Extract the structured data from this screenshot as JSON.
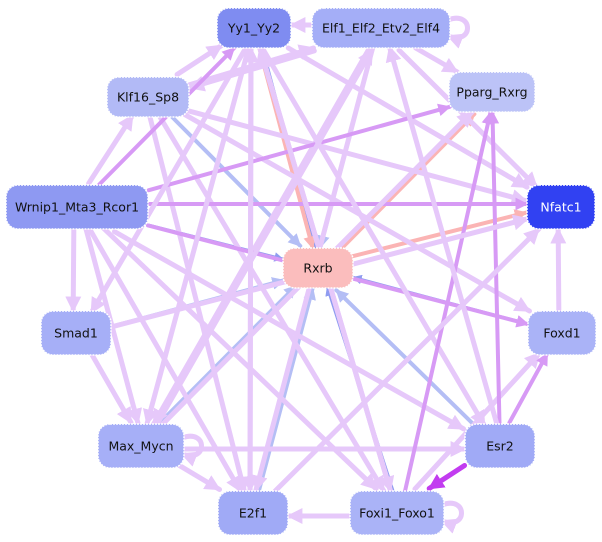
{
  "diagram": {
    "type": "regulatory-network",
    "edge_colors": {
      "light_violet": "#e6c8fa",
      "violet": "#d79af5",
      "strong_violet": "#c23cf0",
      "blue": "#b4bef5",
      "mid_blue": "#8f9cf0",
      "salmon": "#fbb4b4"
    },
    "nodes": [
      {
        "id": "Yy1_Yy2",
        "label": "Yy1_Yy2",
        "color": "#7f8cf1",
        "text": "dark"
      },
      {
        "id": "Elf1_Elf2_Etv2_Elf4",
        "label": "Elf1_Elf2_Etv2_Elf4",
        "color": "#a4aef7",
        "text": "dark"
      },
      {
        "id": "Klf16_Sp8",
        "label": "Klf16_Sp8",
        "color": "#b2baf6",
        "text": "dark"
      },
      {
        "id": "Pparg_Rxrg",
        "label": "Pparg_Rxrg",
        "color": "#bcc3f7",
        "text": "dark"
      },
      {
        "id": "Wrnip1_Mta3_Rcor1",
        "label": "Wrnip1_Mta3_Rcor1",
        "color": "#8e99f2",
        "text": "dark"
      },
      {
        "id": "Nfatc1",
        "label": "Nfatc1",
        "color": "#3141f2",
        "text": "light"
      },
      {
        "id": "Rxrb",
        "label": "Rxrb",
        "color": "#fbbdbd",
        "text": "dark"
      },
      {
        "id": "Smad1",
        "label": "Smad1",
        "color": "#a6aff7",
        "text": "dark"
      },
      {
        "id": "Foxd1",
        "label": "Foxd1",
        "color": "#aab3f7",
        "text": "dark"
      },
      {
        "id": "Max_Mycn",
        "label": "Max_Mycn",
        "color": "#a6aff7",
        "text": "dark"
      },
      {
        "id": "Esr2",
        "label": "Esr2",
        "color": "#a0aaf6",
        "text": "dark"
      },
      {
        "id": "E2f1",
        "label": "E2f1",
        "color": "#a0aaf6",
        "text": "dark"
      },
      {
        "id": "Foxi1_Foxo1",
        "label": "Foxi1_Foxo1",
        "color": "#aab3f7",
        "text": "dark"
      }
    ],
    "edges": [
      {
        "from": "Yy1_Yy2",
        "to": "Rxrb",
        "color": "mid_blue"
      },
      {
        "from": "Yy1_Yy2",
        "to": "Rxrb",
        "color": "salmon"
      },
      {
        "from": "Elf1_Elf2_Etv2_Elf4",
        "to": "Rxrb",
        "color": "blue"
      },
      {
        "from": "Klf16_Sp8",
        "to": "Rxrb",
        "color": "blue"
      },
      {
        "from": "Wrnip1_Mta3_Rcor1",
        "to": "Rxrb",
        "color": "mid_blue"
      },
      {
        "from": "Smad1",
        "to": "Rxrb",
        "color": "blue"
      },
      {
        "from": "Max_Mycn",
        "to": "Rxrb",
        "color": "blue"
      },
      {
        "from": "E2f1",
        "to": "Rxrb",
        "color": "blue"
      },
      {
        "from": "Foxi1_Foxo1",
        "to": "Rxrb",
        "color": "mid_blue"
      },
      {
        "from": "Esr2",
        "to": "Rxrb",
        "color": "blue"
      },
      {
        "from": "Foxd1",
        "to": "Rxrb",
        "color": "mid_blue"
      },
      {
        "from": "Rxrb",
        "to": "Pparg_Rxrg",
        "color": "salmon"
      },
      {
        "from": "Rxrb",
        "to": "Nfatc1",
        "color": "salmon"
      },
      {
        "from": "Yy1_Yy2",
        "to": "Nfatc1",
        "color": "light_violet"
      },
      {
        "from": "Elf1_Elf2_Etv2_Elf4",
        "to": "Yy1_Yy2",
        "color": "light_violet"
      },
      {
        "from": "Elf1_Elf2_Etv2_Elf4",
        "to": "Elf1_Elf2_Etv2_Elf4",
        "color": "light_violet"
      },
      {
        "from": "Elf1_Elf2_Etv2_Elf4",
        "to": "Pparg_Rxrg",
        "color": "light_violet"
      },
      {
        "from": "Elf1_Elf2_Etv2_Elf4",
        "to": "Nfatc1",
        "color": "light_violet"
      },
      {
        "from": "Elf1_Elf2_Etv2_Elf4",
        "to": "Klf16_Sp8",
        "color": "light_violet"
      },
      {
        "from": "Elf1_Elf2_Etv2_Elf4",
        "to": "Max_Mycn",
        "color": "light_violet"
      },
      {
        "from": "Elf1_Elf2_Etv2_Elf4",
        "to": "E2f1",
        "color": "light_violet"
      },
      {
        "from": "Klf16_Sp8",
        "to": "Yy1_Yy2",
        "color": "light_violet"
      },
      {
        "from": "Klf16_Sp8",
        "to": "Elf1_Elf2_Etv2_Elf4",
        "color": "light_violet"
      },
      {
        "from": "Klf16_Sp8",
        "to": "Nfatc1",
        "color": "light_violet"
      },
      {
        "from": "Klf16_Sp8",
        "to": "Foxd1",
        "color": "light_violet"
      },
      {
        "from": "Klf16_Sp8",
        "to": "Foxi1_Foxo1",
        "color": "light_violet"
      },
      {
        "from": "Klf16_Sp8",
        "to": "E2f1",
        "color": "light_violet"
      },
      {
        "from": "Wrnip1_Mta3_Rcor1",
        "to": "Klf16_Sp8",
        "color": "light_violet"
      },
      {
        "from": "Wrnip1_Mta3_Rcor1",
        "to": "Yy1_Yy2",
        "color": "violet"
      },
      {
        "from": "Wrnip1_Mta3_Rcor1",
        "to": "Pparg_Rxrg",
        "color": "violet"
      },
      {
        "from": "Wrnip1_Mta3_Rcor1",
        "to": "Nfatc1",
        "color": "violet"
      },
      {
        "from": "Wrnip1_Mta3_Rcor1",
        "to": "Foxd1",
        "color": "violet"
      },
      {
        "from": "Wrnip1_Mta3_Rcor1",
        "to": "Smad1",
        "color": "light_violet"
      },
      {
        "from": "Wrnip1_Mta3_Rcor1",
        "to": "Max_Mycn",
        "color": "light_violet"
      },
      {
        "from": "Wrnip1_Mta3_Rcor1",
        "to": "E2f1",
        "color": "light_violet"
      },
      {
        "from": "Wrnip1_Mta3_Rcor1",
        "to": "Esr2",
        "color": "light_violet"
      },
      {
        "from": "Wrnip1_Mta3_Rcor1",
        "to": "Foxi1_Foxo1",
        "color": "light_violet"
      },
      {
        "from": "Yy1_Yy2",
        "to": "Max_Mycn",
        "color": "light_violet"
      },
      {
        "from": "Yy1_Yy2",
        "to": "E2f1",
        "color": "light_violet"
      },
      {
        "from": "Yy1_Yy2",
        "to": "Smad1",
        "color": "light_violet"
      },
      {
        "from": "Yy1_Yy2",
        "to": "Foxi1_Foxo1",
        "color": "light_violet"
      },
      {
        "from": "Yy1_Yy2",
        "to": "Esr2",
        "color": "light_violet"
      },
      {
        "from": "Smad1",
        "to": "Max_Mycn",
        "color": "light_violet"
      },
      {
        "from": "Max_Mycn",
        "to": "Max_Mycn",
        "color": "light_violet"
      },
      {
        "from": "Max_Mycn",
        "to": "Esr2",
        "color": "light_violet"
      },
      {
        "from": "Max_Mycn",
        "to": "E2f1",
        "color": "light_violet"
      },
      {
        "from": "Max_Mycn",
        "to": "Pparg_Rxrg",
        "color": "light_violet"
      },
      {
        "from": "Max_Mycn",
        "to": "Elf1_Elf2_Etv2_Elf4",
        "color": "light_violet"
      },
      {
        "from": "Foxi1_Foxo1",
        "to": "E2f1",
        "color": "light_violet"
      },
      {
        "from": "Foxi1_Foxo1",
        "to": "Foxi1_Foxo1",
        "color": "light_violet"
      },
      {
        "from": "Foxi1_Foxo1",
        "to": "Pparg_Rxrg",
        "color": "violet"
      },
      {
        "from": "Foxi1_Foxo1",
        "to": "Foxd1",
        "color": "light_violet"
      },
      {
        "from": "Foxi1_Foxo1",
        "to": "Yy1_Yy2",
        "color": "light_violet"
      },
      {
        "from": "Esr2",
        "to": "Foxi1_Foxo1",
        "color": "strong_violet"
      },
      {
        "from": "Esr2",
        "to": "Foxd1",
        "color": "violet"
      },
      {
        "from": "Esr2",
        "to": "Pparg_Rxrg",
        "color": "violet"
      },
      {
        "from": "Esr2",
        "to": "Elf1_Elf2_Etv2_Elf4",
        "color": "light_violet"
      },
      {
        "from": "E2f1",
        "to": "Yy1_Yy2",
        "color": "light_violet"
      },
      {
        "from": "E2f1",
        "to": "Nfatc1",
        "color": "light_violet"
      },
      {
        "from": "Smad1",
        "to": "Nfatc1",
        "color": "light_violet"
      },
      {
        "from": "Foxd1",
        "to": "Nfatc1",
        "color": "light_violet"
      }
    ]
  }
}
